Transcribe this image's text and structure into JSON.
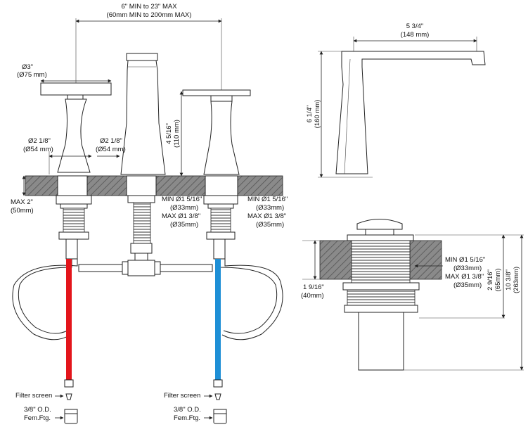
{
  "front_view": {
    "spread": {
      "line1": "6\" MIN to 23\" MAX",
      "line2": "(60mm MIN to 200mm MAX)"
    },
    "handle_dia": {
      "line1": "Ø3\"",
      "line2": "(Ø75 mm)"
    },
    "base_dia_left": {
      "line1": "Ø2 1/8\"",
      "line2": "(Ø54 mm)"
    },
    "base_dia_mid": {
      "line1": "Ø2 1/8\"",
      "line2": "(Ø54 mm)"
    },
    "height": {
      "line1": "4 5/16\"",
      "line2": "(110 mm)"
    },
    "max_deck": {
      "line1": "MAX 2\"",
      "line2": "(50mm)"
    },
    "hole_center": {
      "line1": "MIN Ø1 5/16\"",
      "line2": "(Ø33mm)",
      "line3": "MAX Ø1 3/8\"",
      "line4": "(Ø35mm)"
    },
    "hole_right": {
      "line1": "MIN Ø1 5/16\"",
      "line2": "(Ø33mm)",
      "line3": "MAX Ø1 3/8\"",
      "line4": "(Ø35mm)"
    },
    "filter_left": {
      "filter": "Filter screen",
      "od": "3/8\" O.D.",
      "fem": "Fem.Ftg."
    },
    "filter_right": {
      "filter": "Filter screen",
      "od": "3/8\" O.D.",
      "fem": "Fem.Ftg."
    }
  },
  "side_view": {
    "reach": {
      "line1": "5 3/4\"",
      "line2": "(148 mm)"
    },
    "height": {
      "line1": "6 1/4\"",
      "line2": "(160 mm)"
    }
  },
  "drain_view": {
    "hole": {
      "line1": "MIN Ø1 5/16\"",
      "line2": "(Ø33mm)",
      "line3": "MAX Ø1 3/8\"",
      "line4": "(Ø35mm)"
    },
    "thickness": {
      "line1": "1 9/16\"",
      "line2": "(40mm)"
    },
    "len_short": {
      "line1": "2 9/16\"",
      "line2": "(65mm)"
    },
    "len_long": {
      "line1": "10 3/8\"",
      "line2": "(263mm)"
    }
  },
  "colors": {
    "hot": "#e3151b",
    "cold": "#1e8fd6",
    "hatch": "#8a8a8a"
  }
}
